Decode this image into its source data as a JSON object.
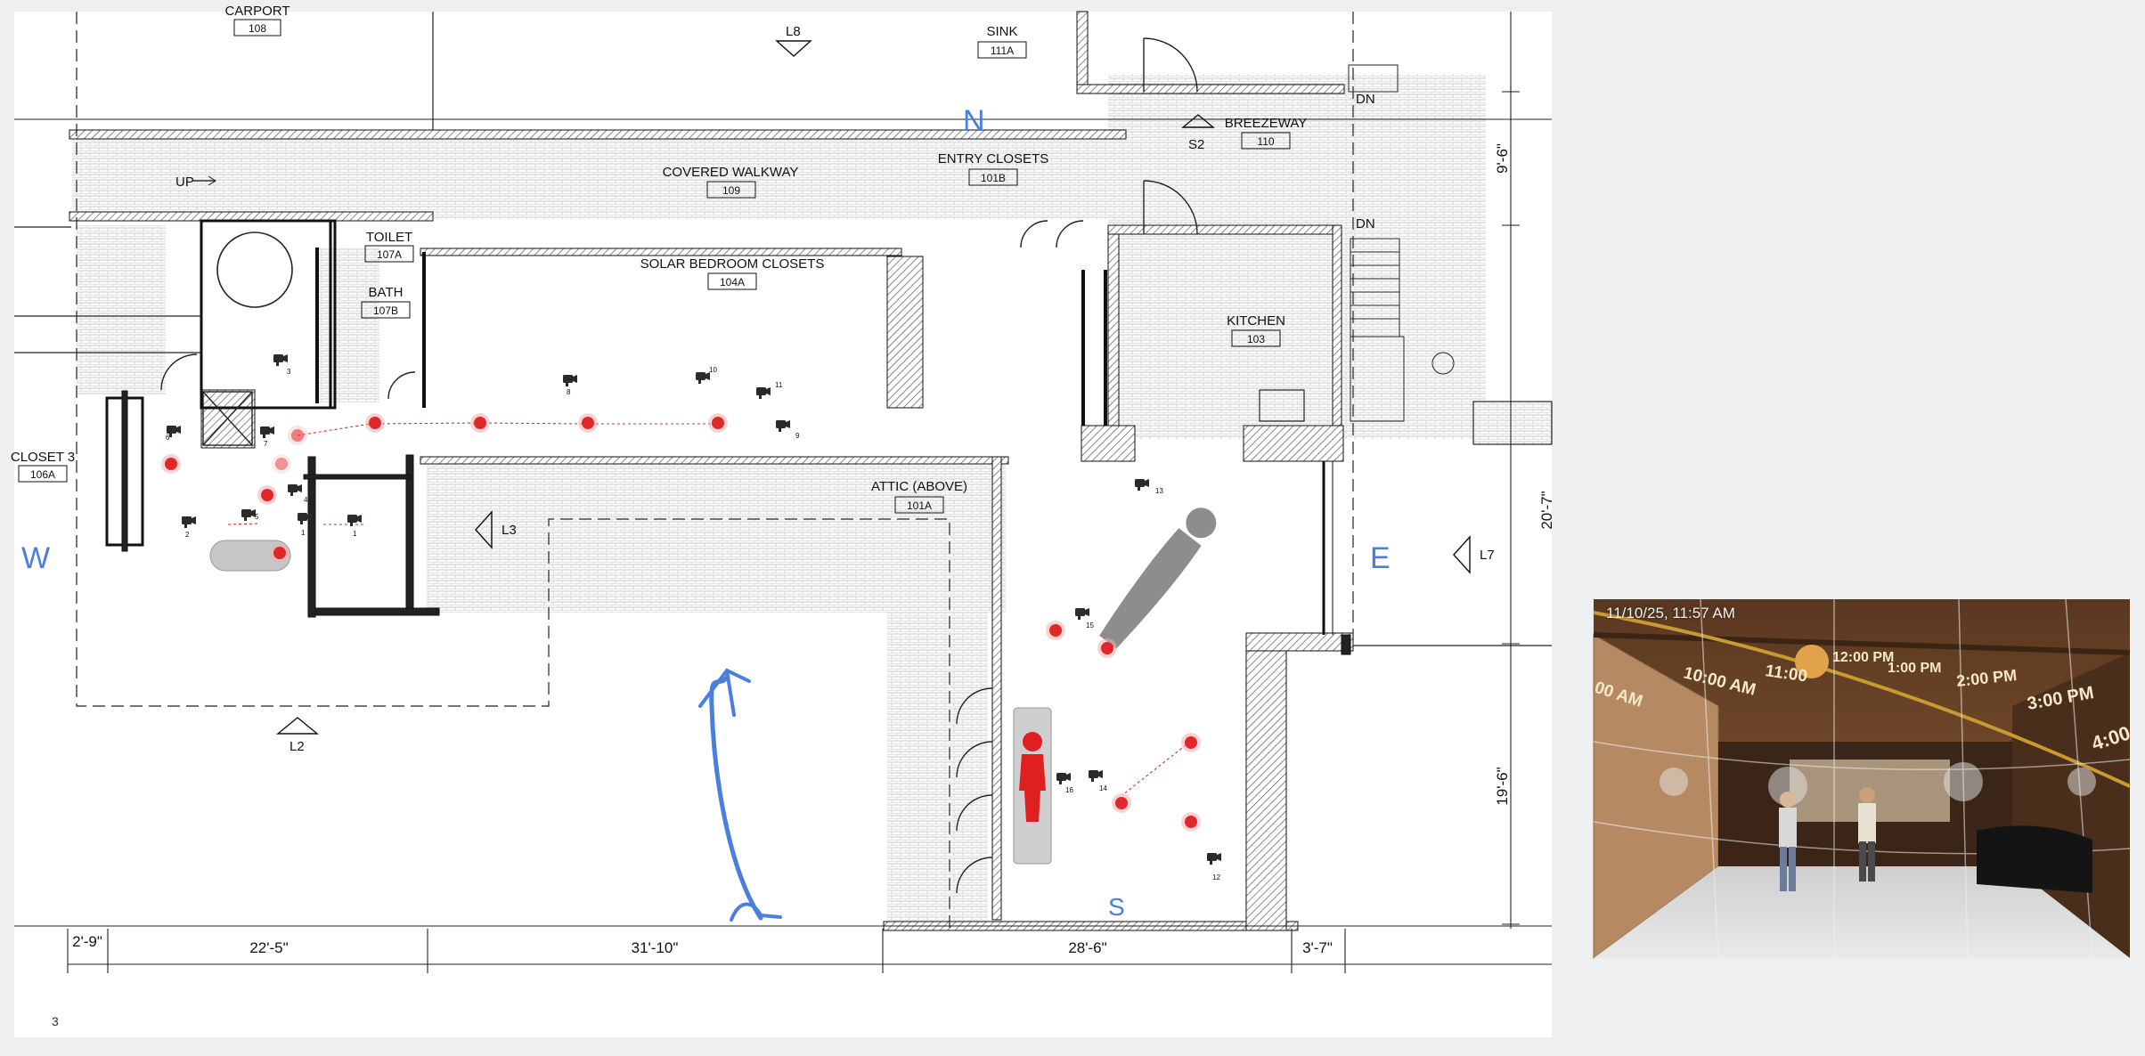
{
  "page_number": "3",
  "rooms": {
    "carport": {
      "label": "CARPORT",
      "number": "108"
    },
    "sink": {
      "label": "SINK",
      "number": "111A"
    },
    "breezeway": {
      "label": "BREEZEWAY",
      "number": "110"
    },
    "covered_walkway": {
      "label": "COVERED WALKWAY",
      "number": "109"
    },
    "entry_closets": {
      "label": "ENTRY CLOSETS",
      "number": "101B"
    },
    "toilet": {
      "label": "TOILET",
      "number": "107A"
    },
    "bath": {
      "label": "BATH",
      "number": "107B"
    },
    "solar_bedroom_closets": {
      "label": "SOLAR BEDROOM CLOSETS",
      "number": "104A"
    },
    "kitchen": {
      "label": "KITCHEN",
      "number": "103"
    },
    "closet3": {
      "label": "CLOSET 3",
      "number": "106A"
    },
    "attic": {
      "label": "ATTIC (ABOVE)",
      "number": "101A"
    }
  },
  "markers": {
    "l8": "L8",
    "s2": "S2",
    "l3": "L3",
    "l7": "L7",
    "l2": "L2",
    "up": "UP",
    "dn1": "DN",
    "dn2": "DN"
  },
  "compass": {
    "north": "N",
    "west": "W",
    "east": "E",
    "south": "S"
  },
  "dimensions": {
    "d1": "2'-9\"",
    "d2": "22'-5\"",
    "d3": "31'-10\"",
    "d4": "28'-6\"",
    "d5": "3'-7\"",
    "v1": "9'-6\"",
    "v2": "19'-6\"",
    "v3": "20'-7\""
  },
  "cameras": [
    "1",
    "1",
    "2",
    "3",
    "4",
    "5",
    "6",
    "7",
    "8",
    "9",
    "10",
    "11",
    "12",
    "13",
    "14",
    "15",
    "16"
  ],
  "photo": {
    "timestamp": "11/10/25, 11:57 AM",
    "sun_times": [
      "10:00 AM",
      "11:00",
      "12:00 PM",
      "1:00 PM",
      "2:00 PM",
      "3:00 PM",
      "4:00",
      "00 AM"
    ]
  },
  "colors": {
    "annotation_blue": "#4a7fe0",
    "marker_red": "#e0282a",
    "figure_red": "#e02020",
    "figure_grey": "#8d8d8d",
    "hatch": "#9a9a9a"
  }
}
